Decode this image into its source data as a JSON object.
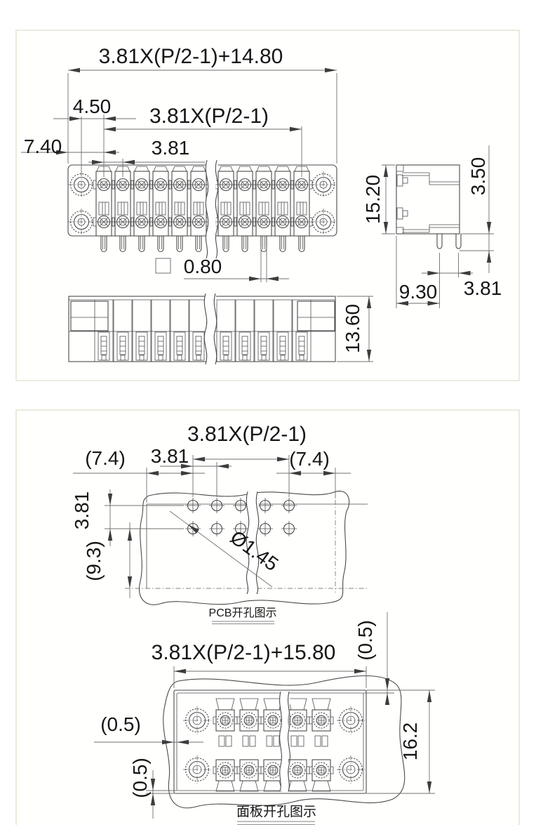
{
  "colors": {
    "line": "#4a4a4a",
    "dimension": "#6f6f6f",
    "text": "#161616",
    "sheet_border": "#eceadd",
    "background": "#ffffff"
  },
  "top_drawing": {
    "front": {
      "dim_overall": "3.81X(P/2-1)+14.80",
      "dim_end_offset": "4.50",
      "dim_span": "3.81X(P/2-1)",
      "dim_edge_offset": "7.40",
      "dim_pitch": "3.81",
      "dim_pin_square": "0.80"
    },
    "side": {
      "dim_height": "15.20",
      "dim_pin_length": "3.50",
      "dim_pin_offset": "9.30",
      "dim_pin_pitch": "3.81"
    },
    "bottom": {
      "dim_depth": "13.60"
    }
  },
  "bottom_drawing": {
    "pcb": {
      "dim_span": "3.81X(P/2-1)",
      "dim_margin_left": "(7.4)",
      "dim_pitch": "3.81",
      "dim_margin_right": "(7.4)",
      "dim_row_pitch": "3.81",
      "dim_row_margin": "(9.3)",
      "dim_hole_diameter": "Ø1.45",
      "caption": "PCB开孔图示"
    },
    "panel": {
      "dim_overall": "3.81X(P/2-1)+15.80",
      "dim_clearance_top": "(0.5)",
      "dim_height": "16.2",
      "dim_clearance_left": "(0.5)",
      "dim_clearance_bottom": "(0.5)",
      "caption": "面板开孔图示"
    }
  }
}
